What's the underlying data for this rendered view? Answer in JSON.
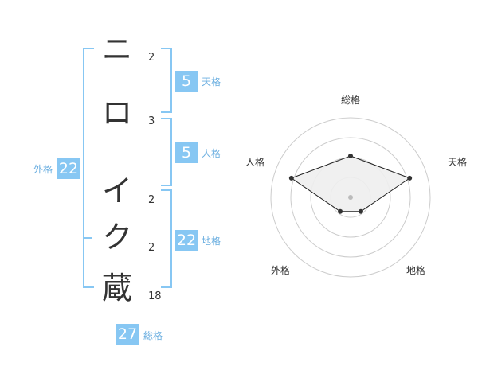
{
  "name": {
    "chars": [
      {
        "char": "ニ",
        "strokes": "2"
      },
      {
        "char": "ロ",
        "strokes": "3"
      },
      {
        "char": "イ",
        "strokes": "2"
      },
      {
        "char": "ク",
        "strokes": "2"
      },
      {
        "char": "蔵",
        "strokes": "18"
      }
    ]
  },
  "fortune": {
    "tenkaku": {
      "label": "天格",
      "value": "5"
    },
    "jinkaku": {
      "label": "人格",
      "value": "5"
    },
    "chikaku": {
      "label": "地格",
      "value": "22"
    },
    "gaikaku": {
      "label": "外格",
      "value": "22"
    },
    "soukaku": {
      "label": "総格",
      "value": "27"
    }
  },
  "chart_data": {
    "type": "radar",
    "axes": [
      "総格",
      "天格",
      "地格",
      "外格",
      "人格"
    ],
    "values": [
      0.52,
      0.78,
      0.22,
      0.22,
      0.78
    ],
    "rings": 4,
    "colors": {
      "fill": "#eeeeee",
      "line": "#222222",
      "grid": "#cccccc",
      "point": "#333333",
      "center": "#bbbbbb"
    }
  },
  "colors": {
    "accent": "#87c7f3",
    "accent_text": "#6aaee0"
  }
}
